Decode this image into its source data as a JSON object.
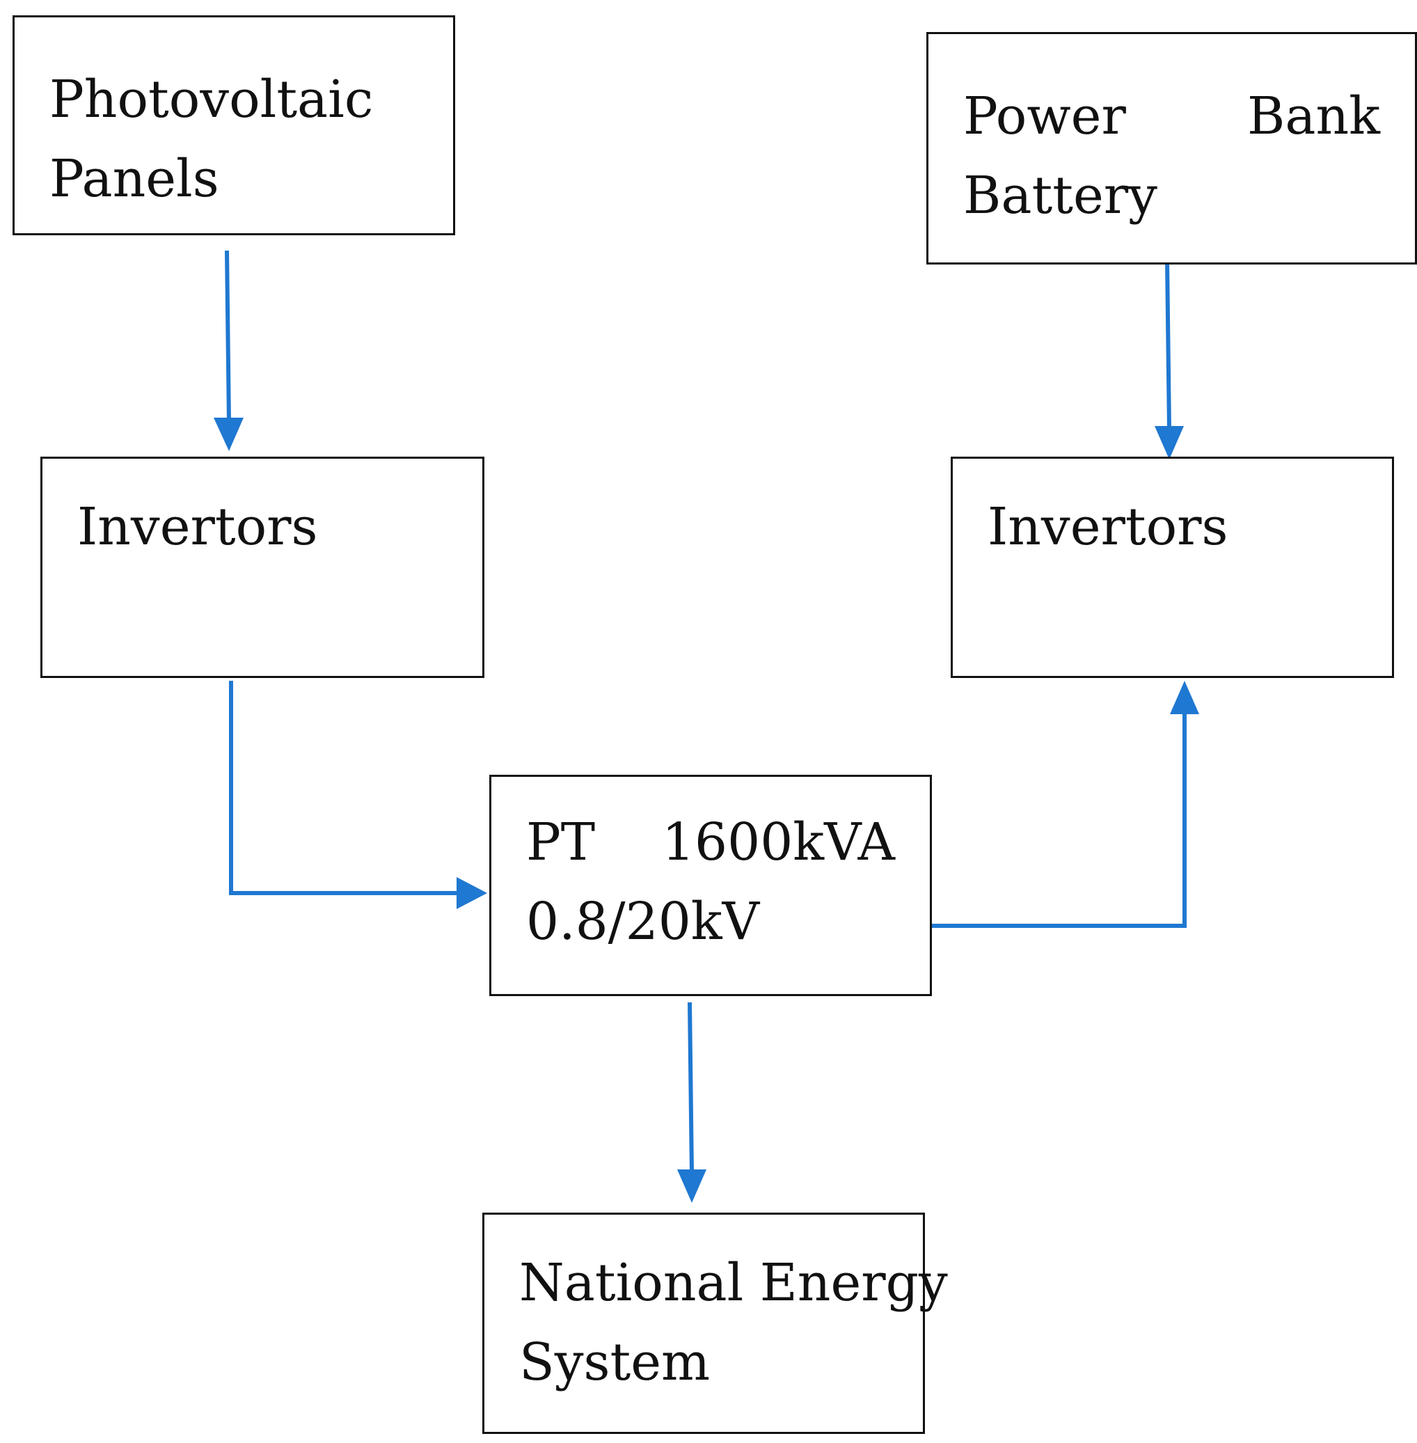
{
  "diagram": {
    "accent_color": "#1f78d1",
    "border_color": "#111111",
    "nodes": {
      "pv_panels": {
        "line1": "Photovoltaic",
        "line2": "Panels"
      },
      "battery": {
        "line1_left": "Power",
        "line1_right": "Bank",
        "line2": "Battery"
      },
      "invertors_left": {
        "label": "Invertors"
      },
      "invertors_right": {
        "label": "Invertors"
      },
      "transformer": {
        "line1_left": "PT",
        "line1_right": "1600kVA",
        "line2": "0.8/20kV"
      },
      "grid": {
        "line1": "National Energy",
        "line2": "System"
      }
    },
    "edges": [
      {
        "from": "pv_panels",
        "to": "invertors_left"
      },
      {
        "from": "battery",
        "to": "invertors_right"
      },
      {
        "from": "invertors_left",
        "to": "transformer"
      },
      {
        "from": "transformer",
        "to": "invertors_right"
      },
      {
        "from": "transformer",
        "to": "grid"
      }
    ]
  }
}
